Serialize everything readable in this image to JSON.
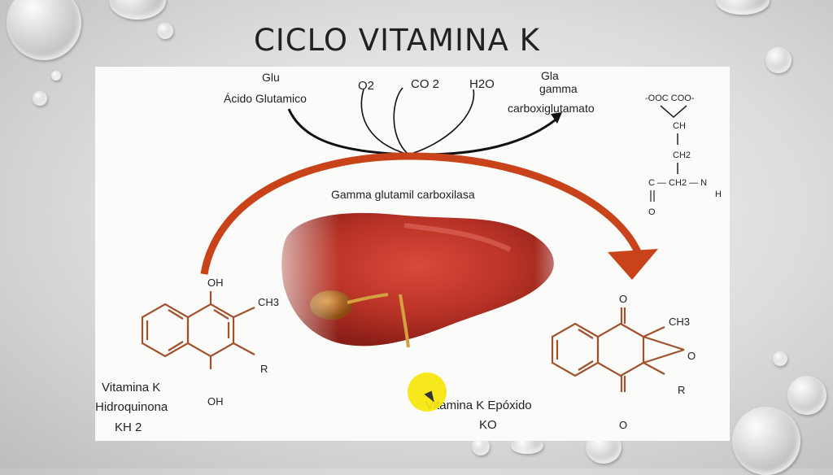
{
  "slide_title": "CICLO VITAMINA K",
  "reaction": {
    "substrate_abbr": "Glu",
    "substrate_name": "Ácido Glutamico",
    "o2": "O2",
    "co2": "CO 2",
    "h2o": "H2O",
    "product_abbr": "Gla",
    "product_name_line1": "gamma",
    "product_name_line2": "carboxiglutamato",
    "enzyme": "Gamma glutamil carboxilasa"
  },
  "gla_structure": {
    "top_groups": "-OOC  COO-",
    "ch": "CH",
    "ch2": "CH2",
    "chain": "C — CH2 — N",
    "h": "H",
    "o": "O"
  },
  "hydroquinone": {
    "oh_top": "OH",
    "ch3": "CH3",
    "r": "R",
    "oh_bottom": "OH",
    "name_line1": "Vitamina K",
    "name_line2": "Hidroquinona",
    "name_line3": "KH 2"
  },
  "epoxide": {
    "o_top": "O",
    "ch3": "CH3",
    "o_ring": "O",
    "r": "R",
    "o_bottom": "O",
    "name": "Vitamina K  Epóxido",
    "abbr": "KO"
  },
  "colors": {
    "arrow_red": "#c8431a",
    "structure_brown": "#a0522d",
    "liver": "#b83226",
    "cursor": "#f5e60a"
  }
}
